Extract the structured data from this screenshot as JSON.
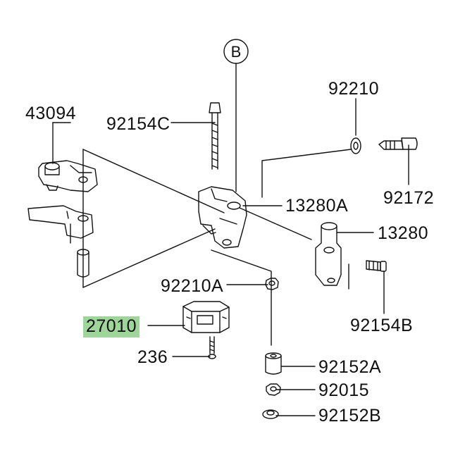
{
  "diagram": {
    "callout_ref": "B",
    "parts": {
      "p43094": "43094",
      "p92154C": "92154C",
      "p92210": "92210",
      "p92172": "92172",
      "p13280A": "13280A",
      "p13280": "13280",
      "p92210A": "92210A",
      "p27010": "27010",
      "p92154B": "92154B",
      "p236": "236",
      "p92152A": "92152A",
      "p92015": "92015",
      "p92152B": "92152B"
    },
    "highlight_color": "#9fd59a"
  }
}
